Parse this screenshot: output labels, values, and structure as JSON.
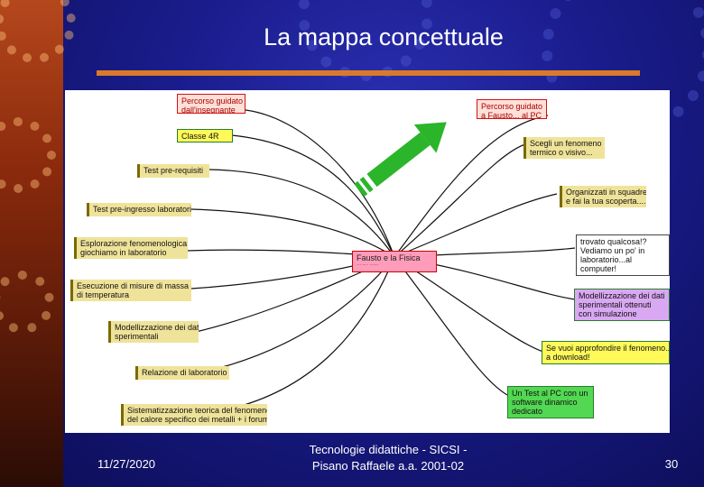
{
  "slide": {
    "title": "La mappa concettuale",
    "footer_date": "11/27/2020",
    "footer_center_line1": "Tecnologie didattiche - SICSI -",
    "footer_center_line2": "Pisano Raffaele a.a. 2001-02",
    "page_number": "30"
  },
  "concept_map": {
    "center": {
      "line1": "Fausto e la Fisica",
      "line2": "··· ···· ······"
    },
    "nodes": [
      {
        "id": "percorso-insegnante",
        "line1": "Percorso guidato",
        "line2": "dall'insegnante"
      },
      {
        "id": "percorso-pc",
        "line1": "Percorso guidato",
        "line2": "a Fausto... al PC"
      },
      {
        "id": "classe",
        "line1": "Classe 4R",
        "line2": ""
      },
      {
        "id": "test-prerequisiti",
        "line1": "Test pre-requisiti",
        "line2": ""
      },
      {
        "id": "test-laboratorio",
        "line1": "Test pre-ingresso laboratorio",
        "line2": ""
      },
      {
        "id": "esplorazione",
        "line1": "Esplorazione fenomenologica:",
        "line2": "giochiamo in laboratorio"
      },
      {
        "id": "esecuzione-misure",
        "line1": "Esecuzione di misure di massa e",
        "line2": "di temperatura"
      },
      {
        "id": "modellizzazione-sx",
        "line1": "Modellizzazione dei dati",
        "line2": "sperimentali"
      },
      {
        "id": "relazione",
        "line1": "Relazione di laboratorio",
        "line2": ""
      },
      {
        "id": "sistematizzazione",
        "line1": "Sistematizzazione teorica del fenomeno",
        "line2": "del calore specifico dei metalli + i forum"
      },
      {
        "id": "scegli-fenomeno",
        "line1": "Scegli un fenomeno",
        "line2": "termico o visivo..."
      },
      {
        "id": "organizzati",
        "line1": "Organizzati in squadre",
        "line2": "e fai la tua scoperta...."
      },
      {
        "id": "trovato",
        "line1": "trovato qualcosa!? ",
        "line2": "Vediamo un po' in",
        "line3": "laboratorio...al",
        "line4": "computer!"
      },
      {
        "id": "modellizzazione-dx",
        "line1": "Modellizzazione dei dati",
        "line2": "sperimentali ottenuti",
        "line3": "con simulazione"
      },
      {
        "id": "approfondire",
        "line1": "Se vuoi approfondire il fenomeno... vai",
        "line2": "a download!"
      },
      {
        "id": "test-pc",
        "line1": "Un Test al PC con un",
        "line2": "software dinamico",
        "line3": "dedicato"
      }
    ],
    "arrow_color": "#2bb52b"
  }
}
